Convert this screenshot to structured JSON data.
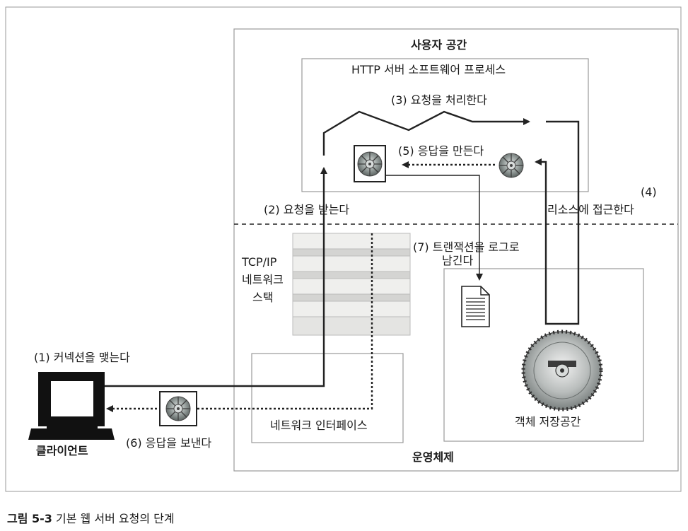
{
  "figure": {
    "user_space": "사용자 공간",
    "http_server": "HTTP 서버 소프트웨어 프로세스",
    "step3": "(3) 요청을 처리한다",
    "step5": "(5) 응답을 만든다",
    "step2": "(2) 요청을 받는다",
    "step4_num": "(4)",
    "step4_text": "리소스에 접근한다",
    "step7_line1": "(7) 트랜잭션을 로그로",
    "step7_line2": "남긴다",
    "tcp_line1": "TCP/IP",
    "tcp_line2": "네트워크",
    "tcp_line3": "스택",
    "step1": "(1) 커넥션을 맺는다",
    "client": "클라이언트",
    "step6": "(6) 응답을 보낸다",
    "network_interface": "네트워크 인터페이스",
    "os": "운영체제",
    "object_storage": "객체 저장공간"
  },
  "caption": {
    "number": "그림 5-3",
    "text": "기본 웹 서버 요청의 단계"
  },
  "colors": {
    "line": "#222222",
    "box_border": "#9a9a9a",
    "gear_fill": "#8e9594",
    "stack_fill": "#ececea"
  }
}
